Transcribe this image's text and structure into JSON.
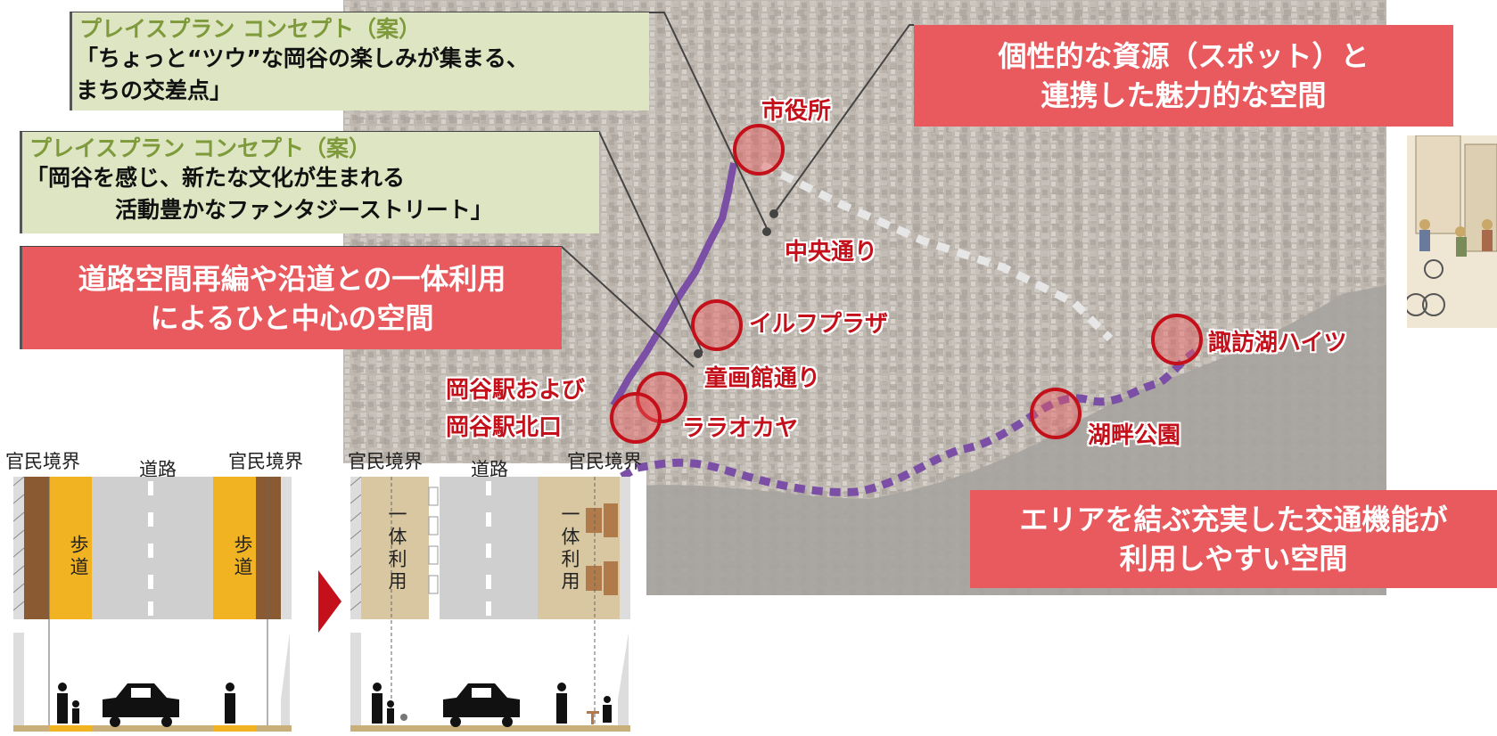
{
  "concepts": [
    {
      "title": "プレイスプラン コンセプト（案）",
      "text": "「ちょっと“ツウ”な岡谷の楽しみが集まる、\nまちの交差点」"
    },
    {
      "title": "プレイスプラン コンセプト（案）",
      "text": "「岡谷を感じ、新たな文化が生まれる\n　　　　活動豊かなファンタジーストリート」"
    }
  ],
  "callouts": {
    "road_space": "道路空間再編や沿道との一体利用\nによるひと中心の空間",
    "resources": "個性的な資源（スポット）と\n連携した魅力的な空間",
    "transport": "エリアを結ぶ充実した交通機能が\n利用しやすい空間"
  },
  "spots": {
    "city_hall": "市役所",
    "chuo_dori": "中央通り",
    "ilf_plaza": "イルフプラザ",
    "dogakan_dori": "童画館通り",
    "station": "岡谷駅および\n岡谷駅北口",
    "lala_okaya": "ララオカヤ",
    "kohan_koen": "湖畔公園",
    "suwako_heights": "諏訪湖ハイツ"
  },
  "sections": {
    "before": {
      "boundary_left": "官民境界",
      "road": "道路",
      "boundary_right": "官民境界",
      "sidewalk": "歩道"
    },
    "after": {
      "boundary_left": "官民境界",
      "road": "道路",
      "boundary_right": "官民境界",
      "integrated_use": "一体利用"
    }
  },
  "colors": {
    "accent_red": "#e85a5e",
    "spot_red": "#c3101a",
    "route_purple": "#7b4fa6",
    "concept_green": "#dde5c2",
    "sidewalk_yellow": "#f1b322"
  }
}
